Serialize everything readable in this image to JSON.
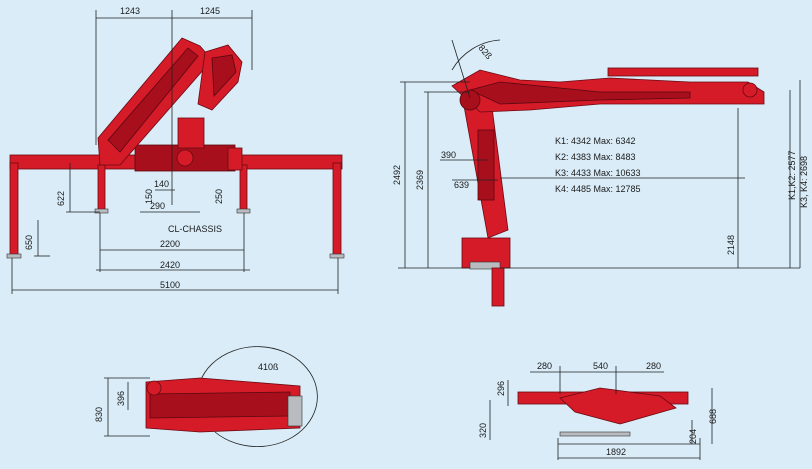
{
  "colors": {
    "background": "#d9ecf8",
    "crane_red": "#d51a28",
    "crane_dark": "#a80f1c",
    "dimension_line": "#222222"
  },
  "front_view": {
    "dims": {
      "top_left": "1243",
      "top_right": "1245",
      "d622": "622",
      "d150": "150",
      "d140": "140",
      "d290": "290",
      "d250": "250",
      "d650": "650",
      "d2200": "2200",
      "d2420": "2420",
      "d5100": "5100"
    },
    "chassis_label": "CL-CHASSIS"
  },
  "side_view": {
    "angle": "82ß",
    "dims": {
      "d2492": "2492",
      "d2369": "2369",
      "d390": "390",
      "d639": "639",
      "d2148": "2148",
      "k1k2": "K1,K2: 2577",
      "k3k4": "K3, K4: 2698"
    },
    "reach_table": [
      "K1: 4342 Max: 6342",
      "K2: 4383 Max: 8483",
      "K3: 4433 Max: 10633",
      "K4: 4485 Max: 12785"
    ]
  },
  "top_view": {
    "angle": "410ß",
    "dims": {
      "d830": "830",
      "d396": "396"
    }
  },
  "base_view": {
    "dims": {
      "d280a": "280",
      "d540": "540",
      "d280b": "280",
      "d296": "296",
      "d320": "320",
      "d688": "688",
      "d204": "204",
      "d1892": "1892"
    }
  }
}
